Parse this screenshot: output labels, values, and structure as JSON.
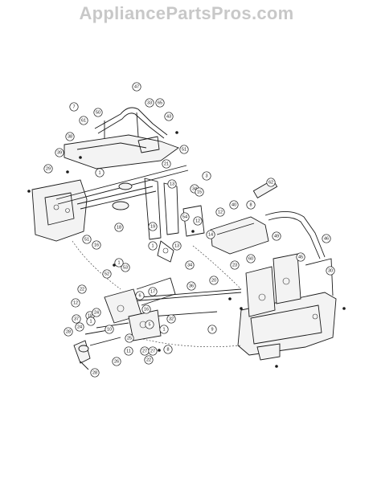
{
  "watermark": "AppliancePartsPros.com",
  "callouts": [
    "47",
    "7",
    "50",
    "33",
    "65",
    "61",
    "43",
    "38",
    "1",
    "51",
    "39",
    "3",
    "21",
    "29",
    "13",
    "34",
    "15",
    "54",
    "12",
    "12",
    "62",
    "8",
    "19",
    "18",
    "14",
    "40",
    "13",
    "1",
    "34",
    "49",
    "51",
    "16",
    "46",
    "23",
    "30",
    "45",
    "60",
    "53",
    "22",
    "20",
    "1",
    "52",
    "36",
    "17",
    "6",
    "16",
    "12",
    "32",
    "18",
    "11",
    "24",
    "1",
    "5",
    "1",
    "10",
    "25",
    "22",
    "37",
    "26",
    "24",
    "8",
    "9",
    "27",
    "27",
    "28",
    "28"
  ]
}
